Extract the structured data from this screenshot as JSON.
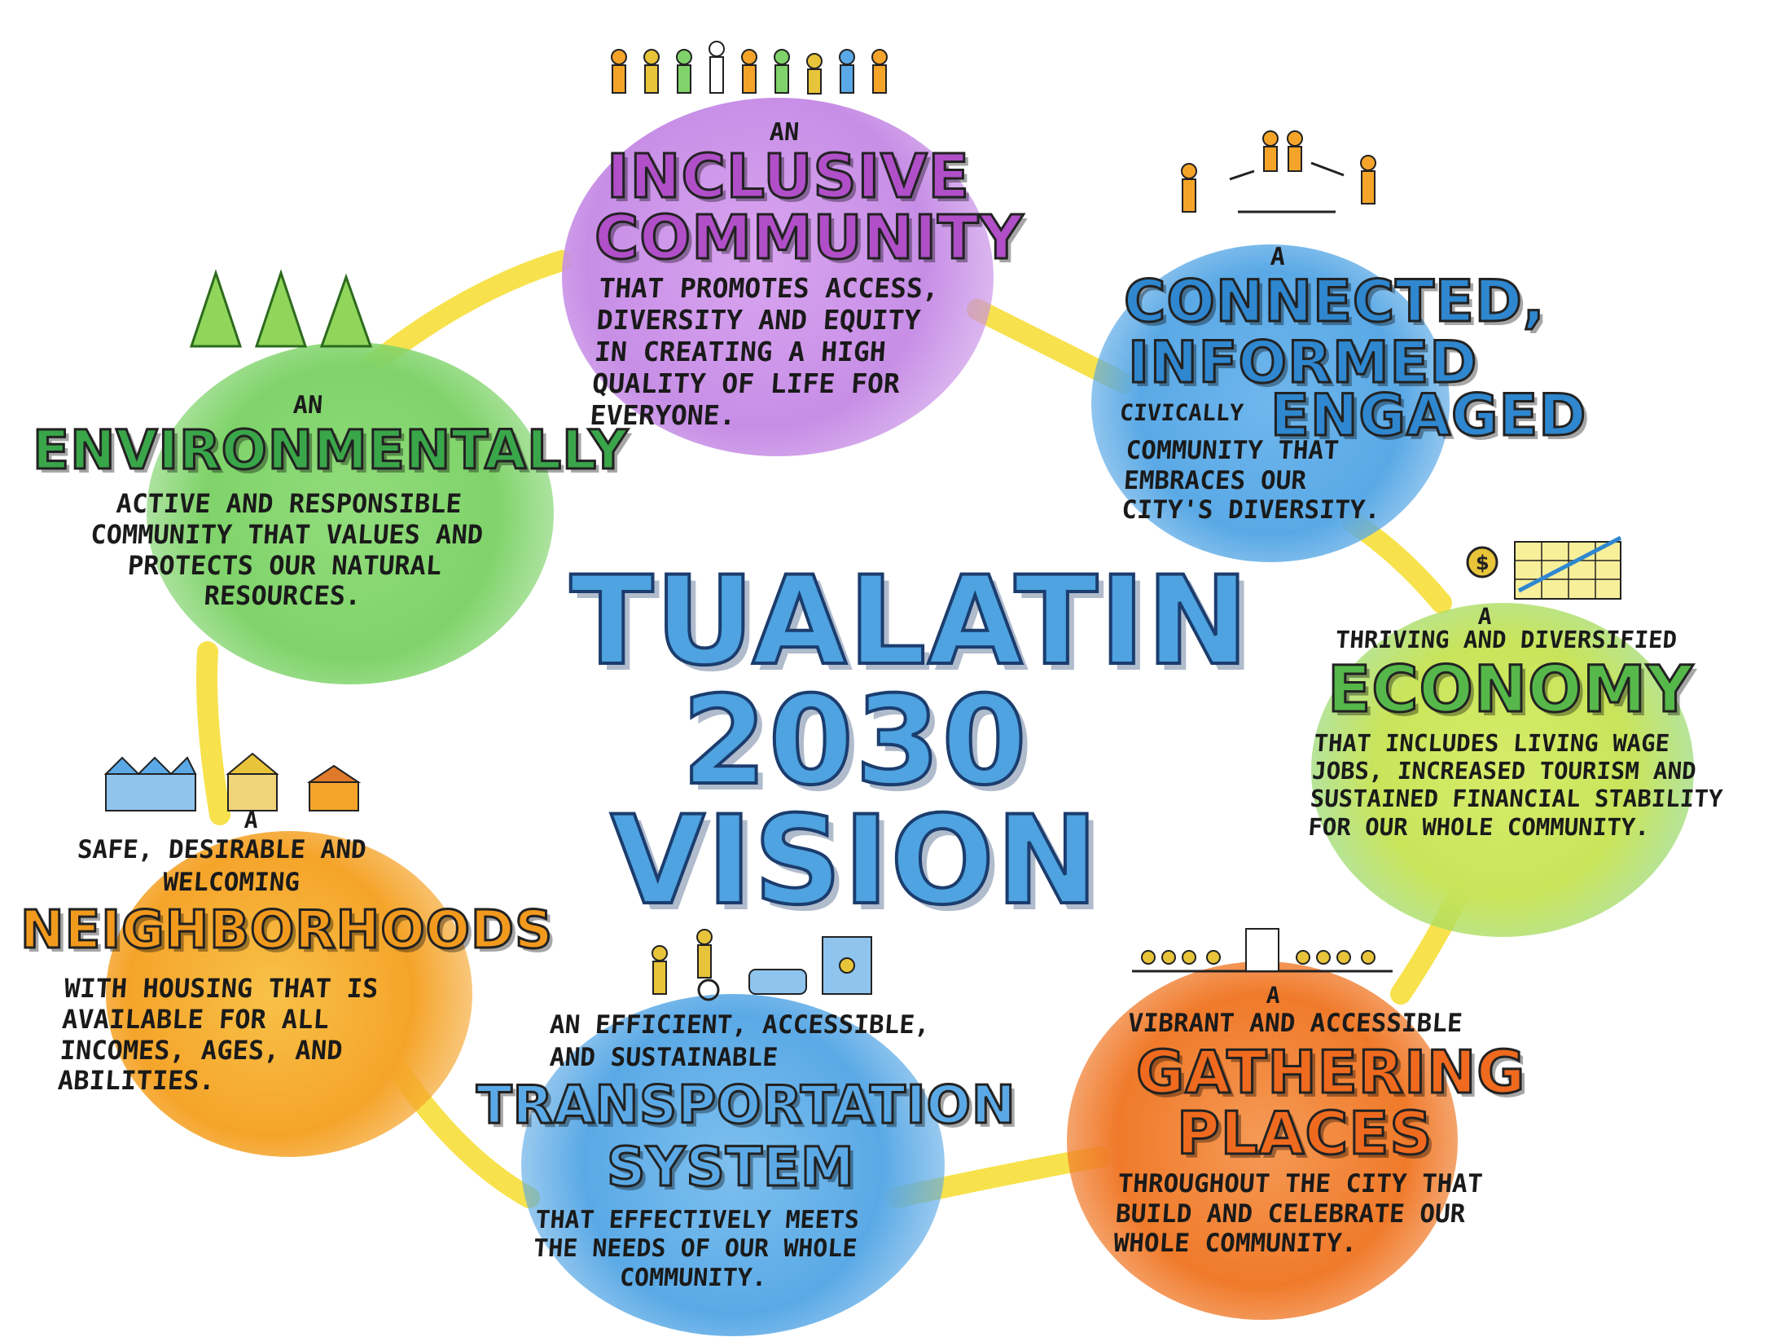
{
  "center": {
    "line1": "TUALATIN",
    "line2": "2030",
    "line3": "VISION"
  },
  "nodes": {
    "inclusive": {
      "pre": "AN",
      "title1": "INCLUSIVE",
      "title2": "COMMUNITY",
      "body": [
        "THAT PROMOTES ACCESS,",
        "DIVERSITY AND EQUITY",
        "IN CREATING A HIGH",
        "QUALITY OF LIFE FOR",
        "EVERYONE."
      ]
    },
    "connected": {
      "pre": "A",
      "title1": "CONNECTED,",
      "title2": "INFORMED",
      "mid": "CIVICALLY",
      "title3": "ENGAGED",
      "body": [
        "COMMUNITY THAT",
        "EMBRACES OUR",
        "CITY'S DIVERSITY."
      ]
    },
    "economy": {
      "pre": "A",
      "sub": "THRIVING AND DIVERSIFIED",
      "title1": "ECONOMY",
      "body": [
        "THAT INCLUDES LIVING WAGE",
        "JOBS, INCREASED TOURISM AND",
        "SUSTAINED FINANCIAL STABILITY",
        "FOR OUR WHOLE COMMUNITY."
      ]
    },
    "gathering": {
      "pre": "A",
      "sub": "VIBRANT AND ACCESSIBLE",
      "title1": "GATHERING",
      "title2": "PLACES",
      "body": [
        "THROUGHOUT THE CITY THAT",
        "BUILD AND CELEBRATE OUR",
        "WHOLE COMMUNITY."
      ]
    },
    "transportation": {
      "sub1": "AN EFFICIENT, ACCESSIBLE,",
      "sub2": "AND SUSTAINABLE",
      "title1": "TRANSPORTATION",
      "title2": "SYSTEM",
      "body": [
        "THAT EFFECTIVELY MEETS",
        "THE NEEDS OF OUR WHOLE",
        "COMMUNITY."
      ]
    },
    "neighborhoods": {
      "pre": "A",
      "sub1": "SAFE, DESIRABLE AND",
      "sub2": "WELCOMING",
      "title1": "NEIGHBORHOODS",
      "body": [
        "WITH HOUSING THAT IS",
        "AVAILABLE FOR ALL",
        "INCOMES, AGES, AND",
        "ABILITIES."
      ]
    },
    "environmentally": {
      "pre": "AN",
      "title1": "ENVIRONMENTALLY",
      "body": [
        "ACTIVE AND RESPONSIBLE",
        "COMMUNITY THAT VALUES AND",
        "PROTECTS OUR NATURAL",
        "RESOURCES."
      ]
    }
  },
  "colors": {
    "ring": "#f6df3a",
    "purple": "#c78ee6",
    "blue": "#5aa9e6",
    "green": "#7fd36a",
    "orange": "#f5a42a",
    "yellow_green": "#c9e45a",
    "text": "#1a1a1a"
  }
}
